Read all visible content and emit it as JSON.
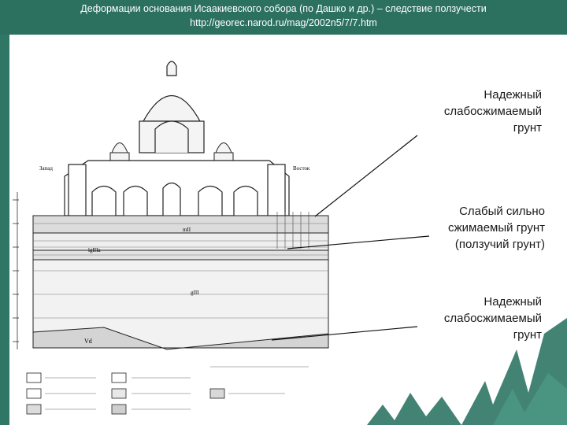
{
  "slide": {
    "title_line1": "Деформации основания Исаакиевского собора (по Дашко и др.) – следствие ползучести",
    "title_line2": "http://georec.narod.ru/mag/2002n5/7/7.htm"
  },
  "labels": [
    {
      "lines": [
        "Надежный",
        "слабосжимаемый",
        "грунт"
      ]
    },
    {
      "lines": [
        "Слабый сильно",
        "сжимаемый грунт",
        "(ползучий грунт)"
      ]
    },
    {
      "lines": [
        "Надежный",
        "слабосжимаемый",
        "грунт"
      ]
    }
  ],
  "figure": {
    "layer_label_1": "mII",
    "layer_label_2": "lgIIIa",
    "layer_label_3": "Vd",
    "layer_label_4": "gIII",
    "side_label_left": "Запад",
    "side_label_right": "Восток"
  },
  "colors": {
    "band": "#2c7060",
    "accent": "#2f7665",
    "ink": "#1a1a1a"
  }
}
